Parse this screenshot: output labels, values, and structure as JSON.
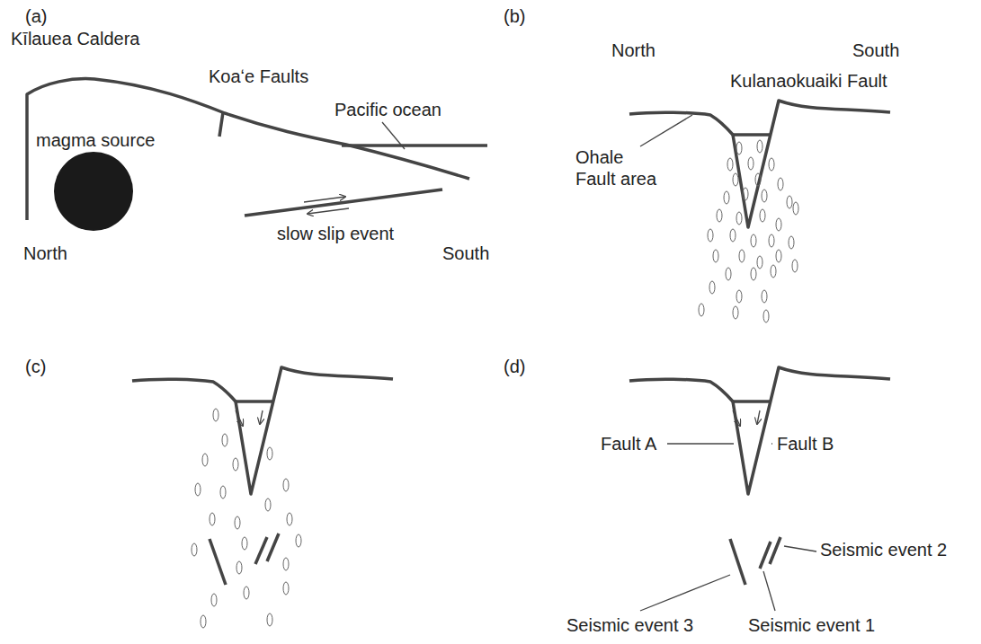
{
  "diagram": {
    "labels": [
      "(a)",
      "Kīlauea Caldera",
      "Koaʻe Faults",
      "magma source",
      "Pacific ocean",
      "slow slip event",
      "North",
      "South",
      "(b)",
      "North",
      "South",
      "Kulanaokuaiki Fault",
      "Ohale Fault area",
      "(c)",
      "(d)",
      "Fault A",
      "Fault B",
      "Seismic event 2",
      "Seismic event 3",
      "Seismic event 1"
    ]
  }
}
